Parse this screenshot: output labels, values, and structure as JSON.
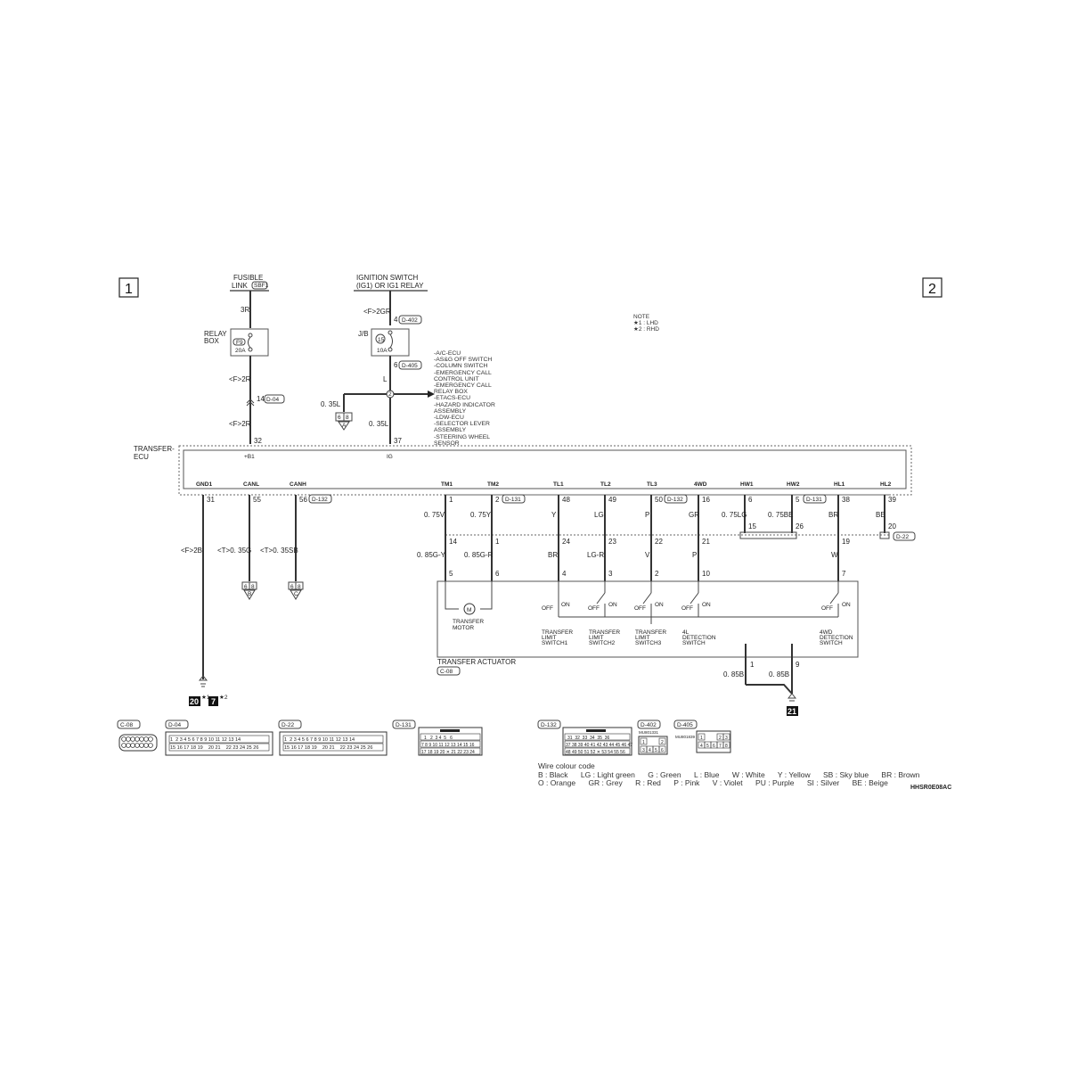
{
  "page_markers": [
    "1",
    "2"
  ],
  "note": {
    "title": "NOTE",
    "items": [
      "★1 : LHD",
      "★2 : RHD"
    ]
  },
  "power": {
    "fusible_link": {
      "label_line1": "FUSIBLE",
      "label_line2": "LINK",
      "connector": "SBF1"
    },
    "relay_box": {
      "label_line1": "RELAY",
      "label_line2": "BOX",
      "fuse": "F9",
      "rating": "20A"
    },
    "wire_3r": "3R",
    "wire_f2r_a": "<F>2R",
    "wire_f2r_b": "<F>2R",
    "pin_14": "14",
    "conn_d04": "D-04",
    "pin_32": "32",
    "ignition": {
      "label_line1": "IGNITION SWITCH",
      "label_line2": "(IG1) OR IG1 RELAY"
    },
    "wire_f2gr": "<F>2GR",
    "pin_4": "4",
    "conn_d402": "D-402",
    "jb": {
      "label": "J/B",
      "fuse": "15",
      "rating": "10A"
    },
    "pin_6": "6",
    "conn_d405": "D-405",
    "wire_l": "L",
    "splice": "2",
    "wire_035l_left": "0. 35L",
    "wire_035l_down": "0. 35L",
    "pin_37": "37",
    "joint_pins": [
      "6",
      "8"
    ],
    "joint_letter_a": "A",
    "destinations": [
      "-A/C-ECU",
      "-AS&G OFF SWITCH",
      "-COLUMN SWITCH",
      "-EMERGENCY CALL",
      " CONTROL UNIT",
      "-EMERGENCY CALL",
      " RELAY BOX",
      "-ETACS-ECU",
      "-HAZARD INDICATOR",
      " ASSEMBLY",
      "-LDW-ECU",
      "-SELECTOR LEVER",
      " ASSEMBLY",
      "-STEERING WHEEL",
      " SENSOR"
    ]
  },
  "ecu": {
    "label_line1": "TRANSFER-",
    "label_line2": "ECU",
    "top_terminals": [
      "+B1",
      "IG"
    ],
    "bottom_terminals": [
      "GND1",
      "CANL",
      "CANH",
      "TM1",
      "TM2",
      "TL1",
      "TL2",
      "TL3",
      "4WD",
      "HW1",
      "HW2",
      "HL1",
      "HL2"
    ]
  },
  "left_wires": {
    "gnd": {
      "pin": "31",
      "wire": "<F>2B",
      "ground_lhd": "20",
      "ground_rhd": "7",
      "star1": "★1",
      "star2": "★2"
    },
    "canl": {
      "pin": "55",
      "wire": "<T>0. 35G",
      "joint_pins": [
        "6",
        "8"
      ],
      "joint_letter": "B"
    },
    "canh": {
      "pin": "56",
      "wire": "<T>0. 35SB",
      "joint_pins": [
        "6",
        "8"
      ],
      "joint_letter": "C",
      "conn": "D-132"
    }
  },
  "signal_wires": [
    {
      "terminal": "TM1",
      "ecu_pin": "1",
      "upper_wire": "0. 75V",
      "mid_pin": "14",
      "lower_wire": "0. 85G-Y",
      "act_pin": "5"
    },
    {
      "terminal": "TM2",
      "ecu_pin": "2",
      "conn": "D-131",
      "upper_wire": "0. 75Y",
      "mid_pin": "1",
      "lower_wire": "0. 85G-R",
      "act_pin": "6"
    },
    {
      "terminal": "TL1",
      "ecu_pin": "48",
      "upper_wire": "Y",
      "mid_pin": "24",
      "lower_wire": "BR",
      "act_pin": "4"
    },
    {
      "terminal": "TL2",
      "ecu_pin": "49",
      "upper_wire": "LG",
      "mid_pin": "23",
      "lower_wire": "LG-R",
      "act_pin": "3"
    },
    {
      "terminal": "TL3",
      "ecu_pin": "50",
      "conn": "D-132",
      "upper_wire": "P",
      "mid_pin": "22",
      "lower_wire": "V",
      "act_pin": "2"
    },
    {
      "terminal": "4WD",
      "ecu_pin": "16",
      "upper_wire": "GR",
      "mid_pin": "21",
      "lower_wire": "P",
      "act_pin": "10"
    },
    {
      "terminal": "HW1",
      "ecu_pin": "6",
      "upper_wire": "0. 75LG",
      "mid_pin": "15"
    },
    {
      "terminal": "HW2",
      "ecu_pin": "5",
      "conn": "D-131",
      "upper_wire": "0. 75BE",
      "mid_pin": "26"
    },
    {
      "terminal": "HL1",
      "ecu_pin": "38",
      "upper_wire": "BR",
      "mid_pin": "19",
      "lower_wire": "W",
      "act_pin": "7"
    },
    {
      "terminal": "HL2",
      "ecu_pin": "39",
      "upper_wire": "BE",
      "mid_pin": "20",
      "conn": "D-22"
    }
  ],
  "actuator": {
    "label": "TRANSFER ACTUATOR",
    "conn": "C-08",
    "motor_label_line1": "TRANSFER",
    "motor_label_line2": "MOTOR",
    "motor_symbol": "M",
    "switch_off": "OFF",
    "switch_on": "ON",
    "switches": [
      {
        "l1": "TRANSFER",
        "l2": "LIMIT",
        "l3": "SWITCH1"
      },
      {
        "l1": "TRANSFER",
        "l2": "LIMIT",
        "l3": "SWITCH2"
      },
      {
        "l1": "TRANSFER",
        "l2": "LIMIT",
        "l3": "SWITCH3"
      },
      {
        "l1": "4L",
        "l2": "DETECTION",
        "l3": "SWITCH"
      },
      {
        "l1": "4WD",
        "l2": "DETECTION",
        "l3": "SWITCH"
      }
    ],
    "ground_pins": [
      "1",
      "9"
    ],
    "ground_wires": [
      "0. 85B",
      "0. 85B"
    ],
    "ground_point": "21"
  },
  "connectors": [
    {
      "id": "C-08"
    },
    {
      "id": "D-04",
      "row1": [
        "1",
        "2",
        "3",
        "4",
        "5",
        "6",
        "7",
        "8",
        "9",
        "10",
        "11",
        "12",
        "13",
        "14"
      ],
      "row2": [
        "15",
        "16",
        "17",
        "18",
        "19",
        "",
        "20",
        "21",
        "",
        "22",
        "23",
        "24",
        "25",
        "26"
      ]
    },
    {
      "id": "D-22",
      "row1": [
        "1",
        "2",
        "3",
        "4",
        "5",
        "6",
        "7",
        "8",
        "9",
        "10",
        "11",
        "12",
        "13",
        "14"
      ],
      "row2": [
        "15",
        "16",
        "17",
        "18",
        "19",
        "",
        "20",
        "21",
        "",
        "22",
        "23",
        "24",
        "25",
        "26"
      ]
    },
    {
      "id": "D-131",
      "row1": [
        "1",
        "2",
        "3",
        "4",
        "5",
        "6"
      ],
      "row2": [
        "7",
        "8",
        "9",
        "10",
        "11",
        "12",
        "13",
        "14",
        "15",
        "16"
      ],
      "row3": [
        "17",
        "18",
        "19",
        "20",
        "",
        "21",
        "22",
        "23",
        "24"
      ]
    },
    {
      "id": "D-132",
      "row1": [
        "31",
        "32",
        "33",
        "34",
        "35",
        "36"
      ],
      "row2": [
        "37",
        "38",
        "39",
        "40",
        "41",
        "42",
        "43",
        "44",
        "45",
        "46",
        "47"
      ],
      "row3": [
        "48",
        "49",
        "50",
        "51",
        "52",
        "",
        "53",
        "54",
        "55",
        "56"
      ]
    },
    {
      "id": "D-402",
      "part": "MU801331",
      "row1": [
        "1",
        "",
        "2"
      ],
      "row2": [
        "3",
        "4",
        "5",
        "6"
      ]
    },
    {
      "id": "D-405",
      "part": "MU801839",
      "row1": [
        "1",
        "",
        "2",
        "3"
      ],
      "row2": [
        "4",
        "5",
        "6",
        "7",
        "8"
      ]
    }
  ],
  "wire_colour_code": {
    "title": "Wire colour code",
    "row1": [
      "B : Black",
      "LG : Light green",
      "G : Green",
      "L : Blue",
      "W : White",
      "Y : Yellow",
      "SB : Sky blue",
      "BR : Brown"
    ],
    "row2": [
      "O : Orange",
      "GR : Grey",
      "R : Red",
      "P : Pink",
      "V : Violet",
      "PU : Purple",
      "SI : Silver",
      "BE : Beige"
    ]
  },
  "diagram_code": "HHSR0E08AC"
}
